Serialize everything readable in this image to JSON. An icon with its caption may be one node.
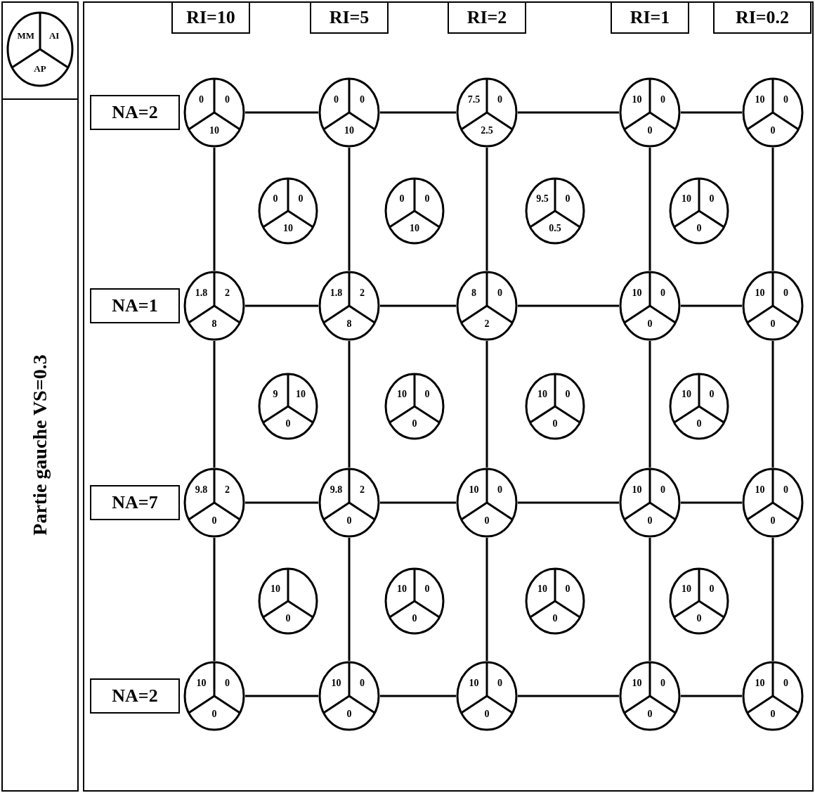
{
  "diagram": {
    "nodes": [
      {
        "text": [
          "MM",
          "AI",
          "AP"
        ]
      },
      {
        "text": [
          "RI=10"
        ]
      },
      {
        "text": [
          "RI=5"
        ]
      },
      {
        "text": [
          "RI=2"
        ]
      },
      {
        "text": [
          "RI=1"
        ]
      },
      {
        "text": [
          "RI=0.2"
        ]
      },
      {
        "text": [
          "NA=2"
        ]
      },
      {
        "text": [
          "0",
          "0",
          "10"
        ]
      },
      {
        "text": [
          "0",
          "0",
          "10"
        ]
      },
      {
        "text": [
          "7.5",
          "0",
          "2.5"
        ]
      },
      {
        "text": [
          "10",
          "0",
          "0"
        ]
      },
      {
        "text": [
          "10",
          "0",
          "0"
        ]
      },
      {
        "text": [
          "0",
          "0",
          "10"
        ]
      },
      {
        "text": [
          "0",
          "0",
          "10"
        ]
      },
      {
        "text": [
          "9.5",
          "0",
          "0.5"
        ]
      },
      {
        "text": [
          "10",
          "0",
          "0"
        ]
      },
      {
        "text": [
          "NA=1"
        ]
      },
      {
        "text": [
          "1.8",
          "2",
          "8"
        ]
      },
      {
        "text": [
          "1.8",
          "2",
          "8"
        ]
      },
      {
        "text": [
          "8",
          "0",
          "2"
        ]
      },
      {
        "text": [
          "10",
          "0",
          "0"
        ]
      },
      {
        "text": [
          "10",
          "0",
          "0"
        ]
      },
      {
        "text": [
          "9",
          "10",
          "0"
        ]
      },
      {
        "text": [
          "10",
          "0",
          "0"
        ]
      },
      {
        "text": [
          "10",
          "0",
          "0"
        ]
      },
      {
        "text": [
          "10",
          "0",
          "0"
        ]
      },
      {
        "text": [
          "NA=7"
        ]
      },
      {
        "text": [
          "9.8",
          "2",
          "0"
        ]
      },
      {
        "text": [
          "9.8",
          "2",
          "0"
        ]
      },
      {
        "text": [
          "10",
          "0",
          "0"
        ]
      },
      {
        "text": [
          "10",
          "0",
          "0"
        ]
      },
      {
        "text": [
          "10",
          "0",
          "0"
        ]
      },
      {
        "text": [
          "10",
          "0"
        ]
      },
      {
        "text": [
          "10",
          "0",
          "0"
        ]
      },
      {
        "text": [
          "10",
          "0",
          "0"
        ]
      },
      {
        "text": [
          "10",
          "0",
          "0"
        ]
      },
      {
        "text": [
          "NA=2"
        ]
      },
      {
        "text": [
          "10",
          "0",
          "0"
        ]
      },
      {
        "text": [
          "10",
          "0",
          "0"
        ]
      },
      {
        "text": [
          "10",
          "0",
          "0"
        ]
      },
      {
        "text": [
          "10",
          "0",
          "0"
        ]
      },
      {
        "text": [
          "10",
          "0",
          "0"
        ]
      }
    ],
    "edges": [
      {
        "from": 7,
        "to": 8,
        "arrow": "none"
      },
      {
        "from": 8,
        "to": 9,
        "arrow": "none"
      },
      {
        "from": 9,
        "to": 10,
        "arrow": "none"
      },
      {
        "from": 10,
        "to": 11,
        "arrow": "none"
      },
      {
        "from": 7,
        "to": 17,
        "arrow": "none"
      },
      {
        "from": 8,
        "to": 18,
        "arrow": "none"
      },
      {
        "from": 9,
        "to": 19,
        "arrow": "none"
      },
      {
        "from": 10,
        "to": 20,
        "arrow": "none"
      },
      {
        "from": 11,
        "to": 21,
        "arrow": "none"
      },
      {
        "from": 17,
        "to": 18,
        "arrow": "none"
      },
      {
        "from": 18,
        "to": 19,
        "arrow": "none"
      },
      {
        "from": 19,
        "to": 20,
        "arrow": "none"
      },
      {
        "from": 20,
        "to": 21,
        "arrow": "none"
      },
      {
        "from": 17,
        "to": 27,
        "arrow": "none"
      },
      {
        "from": 18,
        "to": 28,
        "arrow": "none"
      },
      {
        "from": 19,
        "to": 29,
        "arrow": "none"
      },
      {
        "from": 20,
        "to": 30,
        "arrow": "none"
      },
      {
        "from": 21,
        "to": 31,
        "arrow": "none"
      },
      {
        "from": 27,
        "to": 28,
        "arrow": "none"
      },
      {
        "from": 28,
        "to": 29,
        "arrow": "none"
      },
      {
        "from": 29,
        "to": 30,
        "arrow": "none"
      },
      {
        "from": 30,
        "to": 31,
        "arrow": "none"
      },
      {
        "from": 27,
        "to": 37,
        "arrow": "none"
      },
      {
        "from": 28,
        "to": 38,
        "arrow": "none"
      },
      {
        "from": 29,
        "to": 39,
        "arrow": "none"
      },
      {
        "from": 30,
        "to": 40,
        "arrow": "none"
      },
      {
        "from": 31,
        "to": 41,
        "arrow": "none"
      },
      {
        "from": 37,
        "to": 38,
        "arrow": "none"
      },
      {
        "from": 38,
        "to": 39,
        "arrow": "none"
      },
      {
        "from": 39,
        "to": 40,
        "arrow": "none"
      },
      {
        "from": 40,
        "to": 41,
        "arrow": "none"
      }
    ],
    "labels": [
      "Partie gauche VS=0.3"
    ]
  }
}
